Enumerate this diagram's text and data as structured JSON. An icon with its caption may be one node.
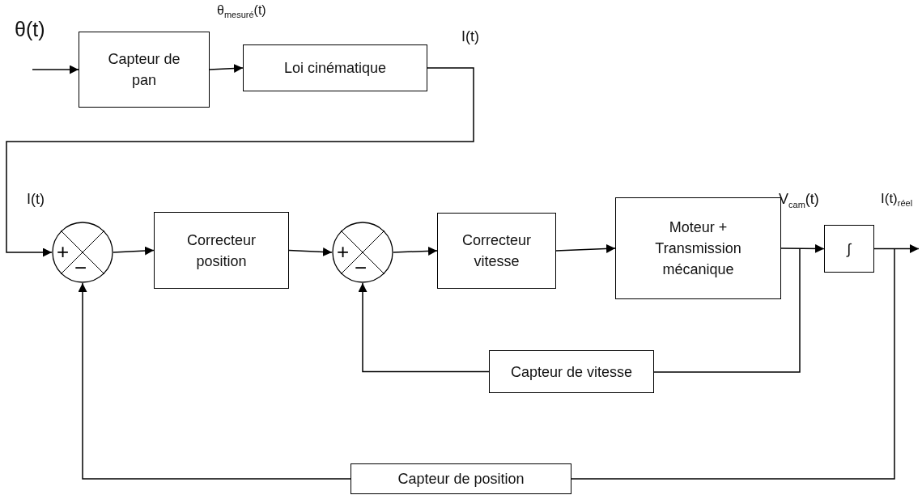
{
  "diagram": {
    "nodes": [
      {
        "text": [
          "Capteur de pan"
        ]
      },
      {
        "text": [
          "Loi cinématique"
        ]
      },
      {
        "text": [
          "+",
          "−"
        ]
      },
      {
        "text": [
          "Correcteur position"
        ]
      },
      {
        "text": [
          "+",
          "−"
        ]
      },
      {
        "text": [
          "Correcteur vitesse"
        ]
      },
      {
        "text": [
          "Moteur + Transmission mécanique"
        ]
      },
      {
        "text": [
          "∫"
        ]
      },
      {
        "text": [
          "Capteur de vitesse"
        ]
      },
      {
        "text": [
          "Capteur de position"
        ]
      }
    ],
    "edges": [
      {
        "from": null,
        "to": 0,
        "arrow": "to"
      },
      {
        "from": 0,
        "to": 1,
        "arrow": "to"
      },
      {
        "from": 1,
        "to": 2,
        "arrow": "to"
      },
      {
        "from": 2,
        "to": 3,
        "arrow": "to"
      },
      {
        "from": 3,
        "to": 4,
        "arrow": "to"
      },
      {
        "from": 4,
        "to": 5,
        "arrow": "to"
      },
      {
        "from": 5,
        "to": 6,
        "arrow": "to"
      },
      {
        "from": 6,
        "to": 7,
        "arrow": "to"
      },
      {
        "from": 7,
        "to": null,
        "arrow": "to"
      },
      {
        "from": 6,
        "to": 8,
        "arrow": "none"
      },
      {
        "from": 8,
        "to": 4,
        "arrow": "to"
      },
      {
        "from": 7,
        "to": 9,
        "arrow": "none"
      },
      {
        "from": 9,
        "to": 2,
        "arrow": "to"
      }
    ],
    "labels": [
      "θ(t)",
      "θ$_{mesuré}$(t)",
      "I(t)",
      "I(t)",
      "V$_{cam}$(t)",
      "I(t)$_{réel}$"
    ]
  }
}
